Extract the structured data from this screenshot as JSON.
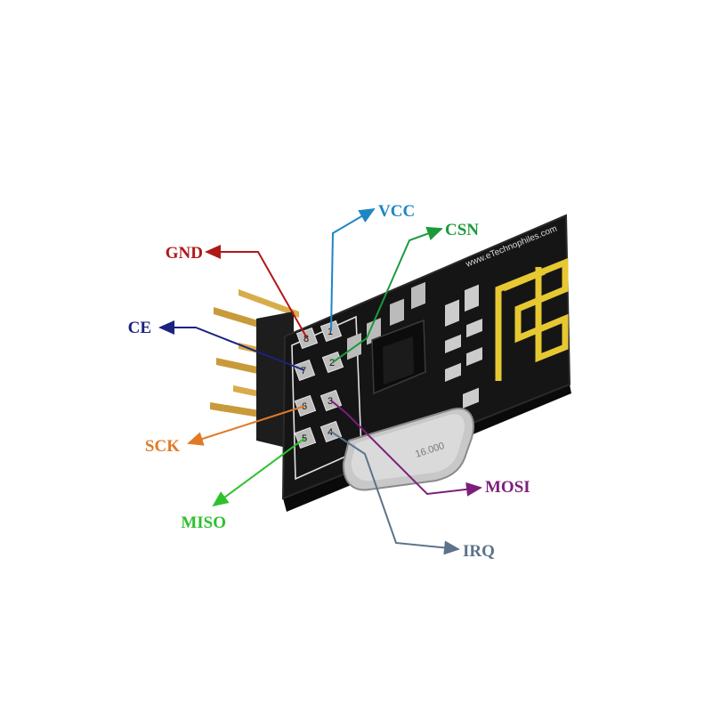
{
  "module": {
    "brand_text": "www.eTechnophiles.com",
    "crystal_text": "16.000"
  },
  "pins": [
    {
      "id": "gnd",
      "number": "8",
      "label": "GND",
      "color": "#b01818"
    },
    {
      "id": "vcc",
      "number": "1",
      "label": "VCC",
      "color": "#1f86c4"
    },
    {
      "id": "csn",
      "number": "2",
      "label": "CSN",
      "color": "#1c9a3a"
    },
    {
      "id": "ce",
      "number": "7",
      "label": "CE",
      "color": "#1a237e"
    },
    {
      "id": "sck",
      "number": "6",
      "label": "SCK",
      "color": "#e07a28"
    },
    {
      "id": "miso",
      "number": "5",
      "label": "MISO",
      "color": "#2ec12e"
    },
    {
      "id": "mosi",
      "number": "3",
      "label": "MOSI",
      "color": "#7b1f7b"
    },
    {
      "id": "irq",
      "number": "4",
      "label": "IRQ",
      "color": "#5c7389"
    }
  ],
  "colors": {
    "pcb": "#151515",
    "pcb_edge": "#2a2a2a",
    "antenna": "#e6c832",
    "header_pin": "#c89a3a",
    "crystal": "#c8c8c8"
  }
}
